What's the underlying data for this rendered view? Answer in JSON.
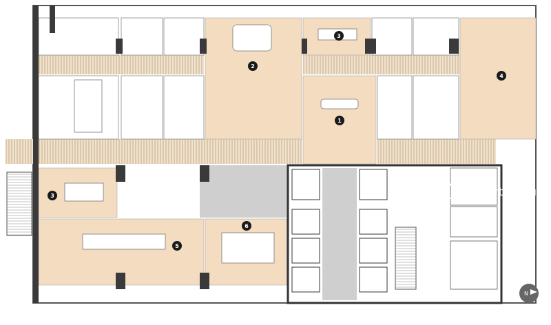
{
  "rooms": [
    {
      "number": "1"
    },
    {
      "number": "2"
    },
    {
      "number": "3"
    },
    {
      "number": "4"
    },
    {
      "number": "3"
    },
    {
      "number": "5"
    },
    {
      "number": "6"
    }
  ],
  "watermark": {
    "text": "PropertyGuru"
  },
  "compass": {
    "label": "N"
  },
  "colors": {
    "accent_room": "#f4dcc0",
    "wall": "#3a3a3a",
    "corridor": "#d9c3a4",
    "core_gray": "#cfcfcf"
  }
}
